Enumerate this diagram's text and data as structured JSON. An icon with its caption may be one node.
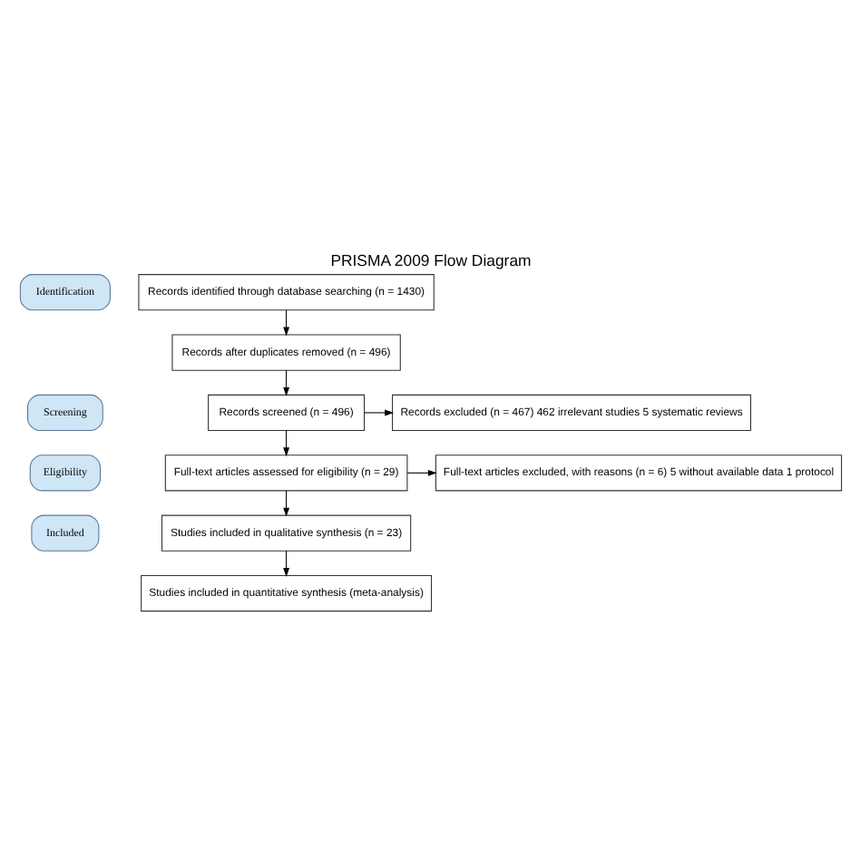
{
  "diagram": {
    "title": "PRISMA 2009 Flow Diagram",
    "nodes": [
      {
        "text": [
          "Identification"
        ]
      },
      {
        "text": [
          "Screening"
        ]
      },
      {
        "text": [
          "Eligibility"
        ]
      },
      {
        "text": [
          "Included"
        ]
      },
      {
        "text": [
          "Records identified through database searching (n = 1430)"
        ]
      },
      {
        "text": [
          "Records after duplicates removed (n = 496)"
        ]
      },
      {
        "text": [
          "Records screened (n = 496)"
        ]
      },
      {
        "text": [
          "Records excluded (n = 467) 462 irrelevant studies 5 systematic reviews"
        ]
      },
      {
        "text": [
          "Full-text articles assessed for eligibility (n = 29)"
        ]
      },
      {
        "text": [
          "Full-text articles excluded, with reasons (n = 6) 5 without available data 1 protocol"
        ]
      },
      {
        "text": [
          "Studies included in qualitative synthesis (n = 23)"
        ]
      },
      {
        "text": [
          "Studies included in quantitative synthesis (meta-analysis)"
        ]
      }
    ],
    "edges": [
      {
        "from": 4,
        "to": 5,
        "arrow": "to"
      },
      {
        "from": 5,
        "to": 6,
        "arrow": "to"
      },
      {
        "from": 6,
        "to": 7,
        "arrow": "to"
      },
      {
        "from": 6,
        "to": 8,
        "arrow": "to"
      },
      {
        "from": 8,
        "to": 9,
        "arrow": "to"
      },
      {
        "from": 8,
        "to": 10,
        "arrow": "to"
      },
      {
        "from": 10,
        "to": 11,
        "arrow": "to"
      }
    ]
  }
}
